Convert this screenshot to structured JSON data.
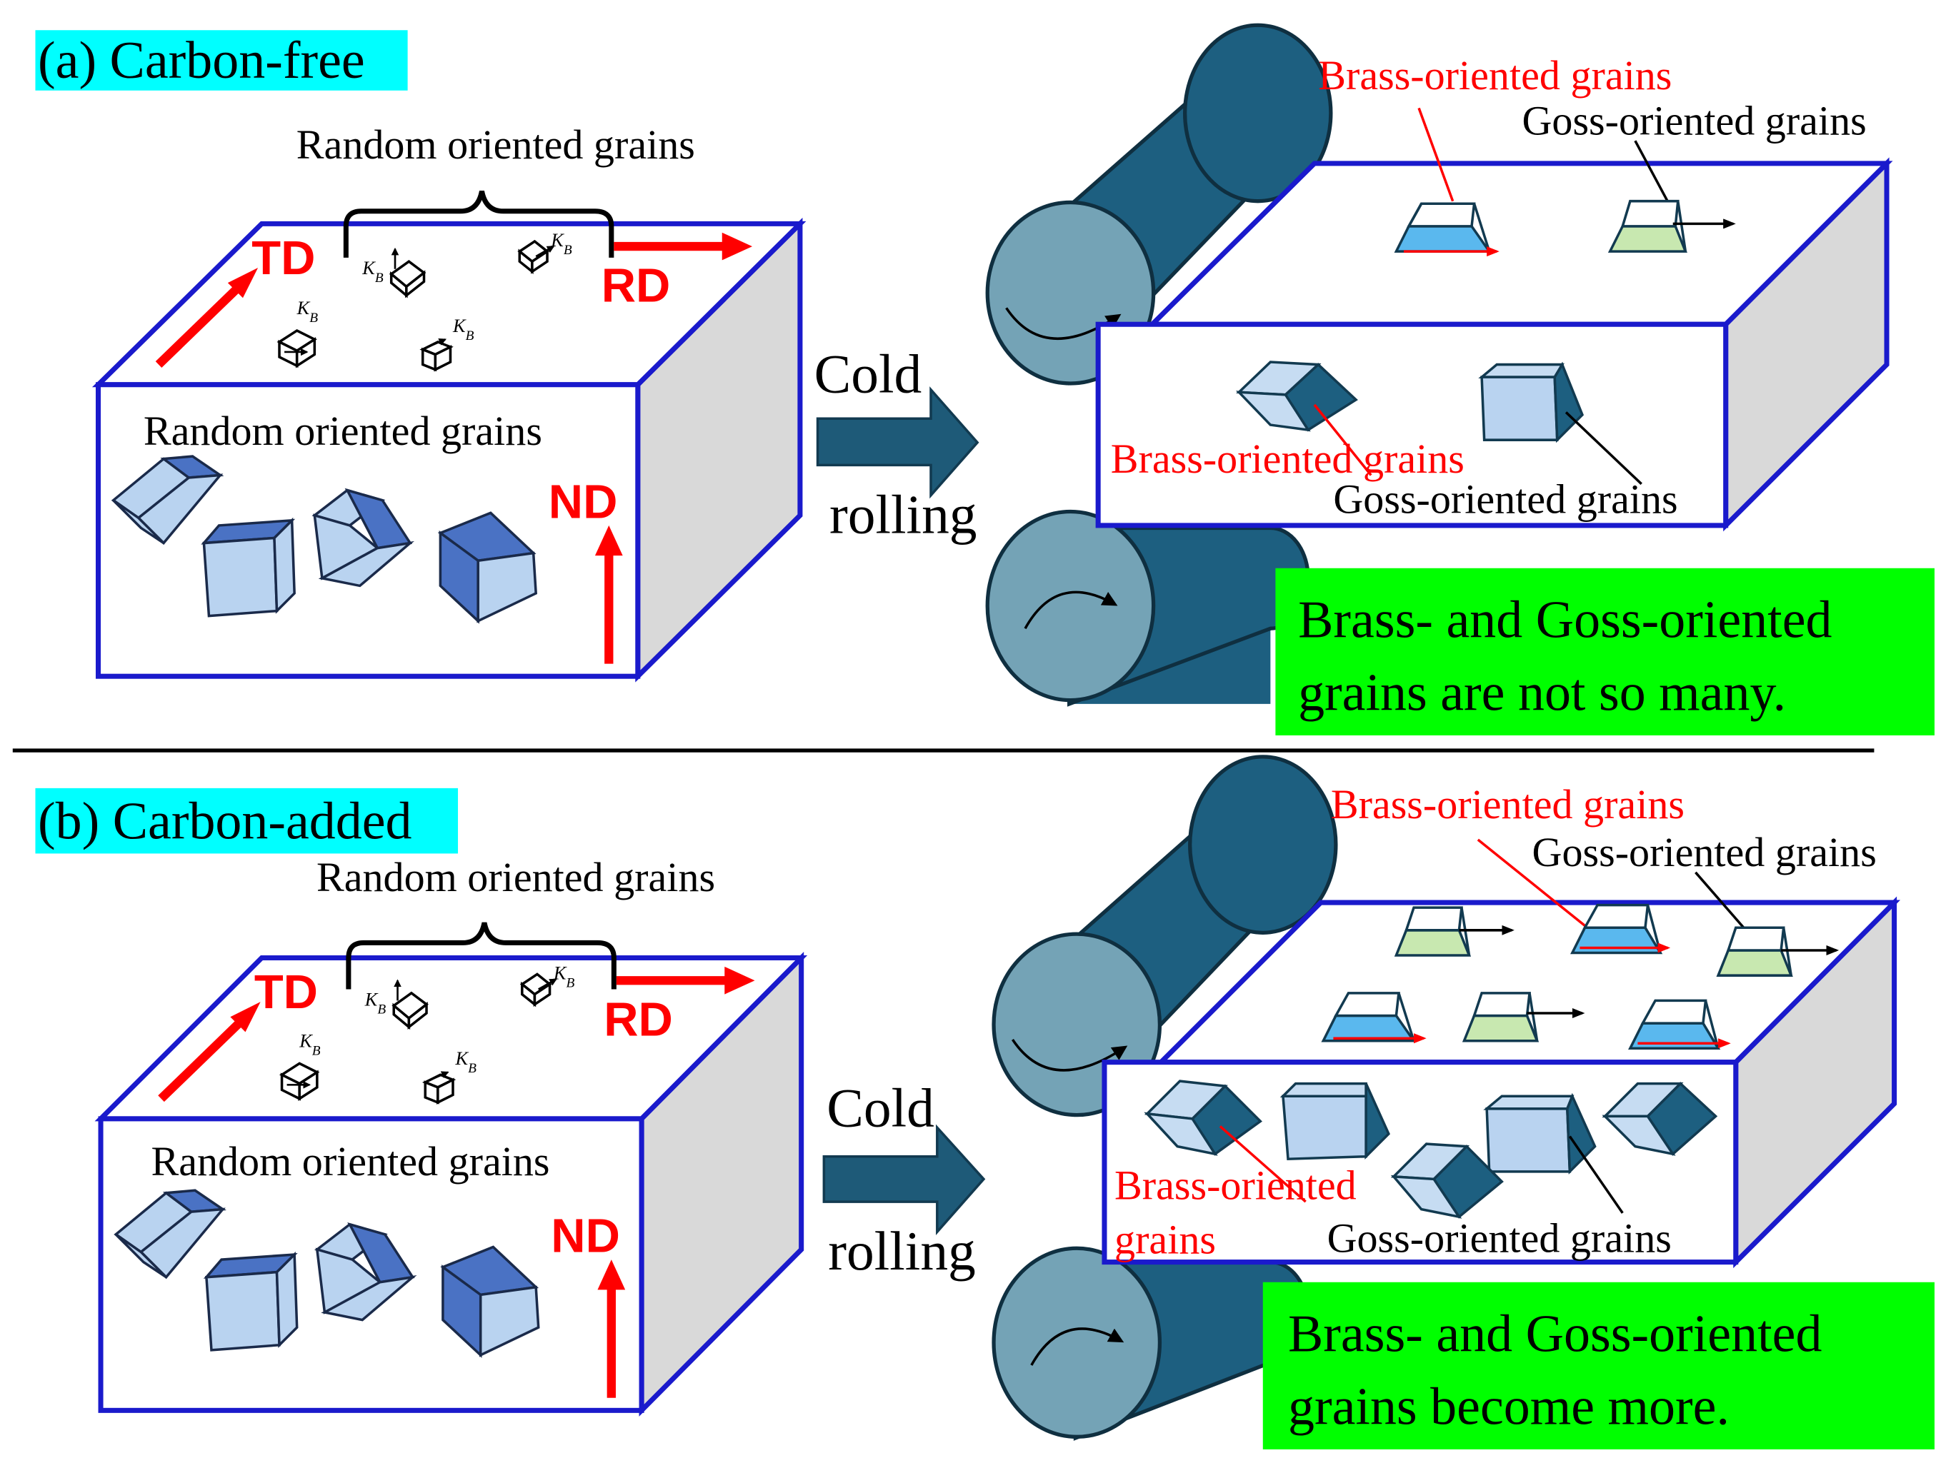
{
  "colors": {
    "box_edge": "#1a1acc",
    "side_face": "#d9d9d9",
    "axis_arrow": "#ff0000",
    "roller_body": "#1d5f80",
    "roller_face": "#74a3b6",
    "process_arrow": "#1e5a78",
    "highlight_cyan": "#00ffff",
    "result_green": "#00ff00",
    "brass_label": "#ff0000",
    "goss_fill": "#c8e8b0",
    "brass_fill": "#5ab8ee"
  },
  "panels": [
    {
      "id": "a",
      "title": "(a) Carbon-free",
      "top_grains_label": "Random oriented grains",
      "front_grains_label": "Random oriented grains",
      "kb_labels": [
        "KB",
        "KB",
        "KB",
        "KB"
      ],
      "axes": {
        "td": "TD",
        "rd": "RD",
        "nd": "ND"
      },
      "process": {
        "line1": "Cold",
        "line2": "rolling"
      },
      "top_brass_label": "Brass-oriented grains",
      "top_goss_label": "Goss-oriented grains",
      "front_brass_label": "Brass-oriented grains",
      "front_goss_label": "Goss-oriented grains",
      "result": {
        "line1": "Brass- and Goss-oriented",
        "line2": "grains are not so many."
      }
    },
    {
      "id": "b",
      "title": "(b) Carbon-added",
      "top_grains_label": "Random oriented grains",
      "front_grains_label": "Random oriented grains",
      "kb_labels": [
        "KB",
        "KB",
        "KB",
        "KB"
      ],
      "axes": {
        "td": "TD",
        "rd": "RD",
        "nd": "ND"
      },
      "process": {
        "line1": "Cold",
        "line2": "rolling"
      },
      "top_brass_label": "Brass-oriented grains",
      "top_goss_label": "Goss-oriented grains",
      "front_brass_label": [
        "Brass-oriented",
        "grains"
      ],
      "front_goss_label": "Goss-oriented grains",
      "result": {
        "line1": "Brass- and Goss-oriented",
        "line2": "grains become more."
      }
    }
  ]
}
